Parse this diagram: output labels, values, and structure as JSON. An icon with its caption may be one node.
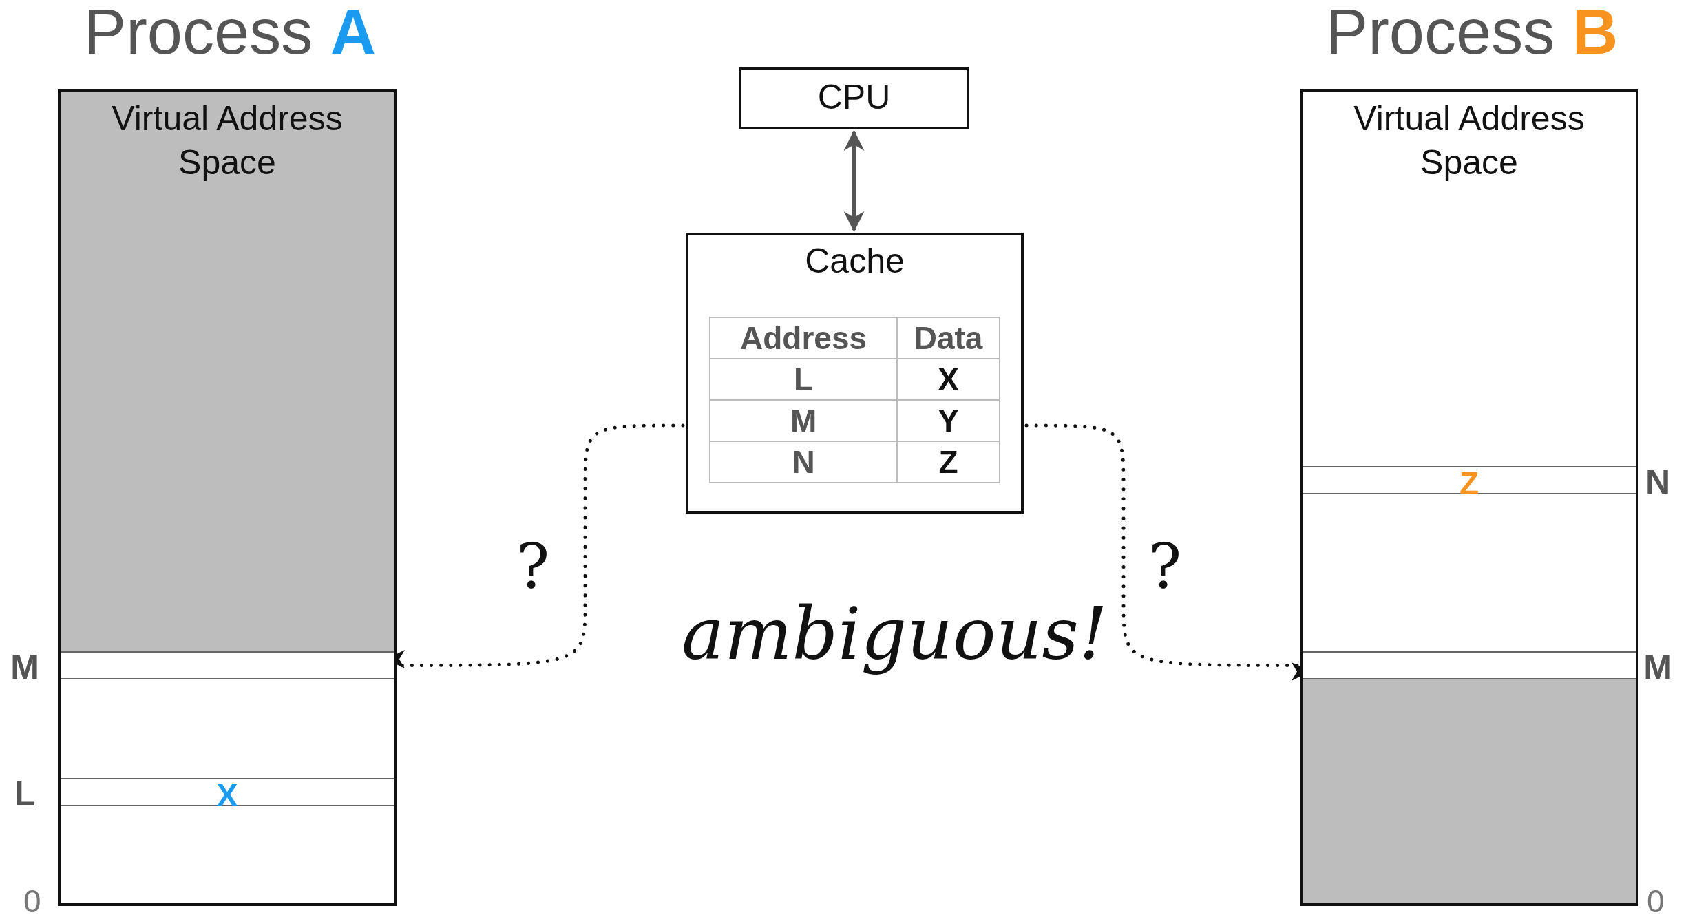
{
  "diagram": {
    "nodes": [
      {
        "text": [
          "Process **A**",
          "Virtual Address Space"
        ]
      },
      {
        "text": [],
        "shape": "bar",
        "in": 0,
        "beside": [
          "M"
        ]
      },
      {
        "text": [
          "X"
        ],
        "in": 0,
        "beside": [
          "L"
        ]
      },
      {
        "text": [
          "CPU"
        ]
      },
      {
        "text": [
          "Cache"
        ]
      },
      {
        "text": [
          "Process **B**",
          "Virtual Address Space"
        ]
      },
      {
        "text": [
          "Z"
        ],
        "in": 5,
        "beside": [
          "N"
        ]
      },
      {
        "text": [],
        "shape": "bar",
        "in": 5,
        "beside": [
          "M"
        ]
      }
    ],
    "edges": [
      {
        "from": 3,
        "to": 4,
        "arrow": "both"
      },
      {
        "from": 4,
        "to": 1,
        "arrow": "to",
        "style": "dashed",
        "label": "?"
      },
      {
        "from": 4,
        "to": 7,
        "arrow": "to",
        "style": "dashed",
        "label": "?"
      }
    ],
    "labels": [
      "Address",
      "Data",
      "L",
      "X",
      "M",
      "Y",
      "N",
      "Z",
      "ambiguous!",
      "0",
      "0"
    ]
  }
}
